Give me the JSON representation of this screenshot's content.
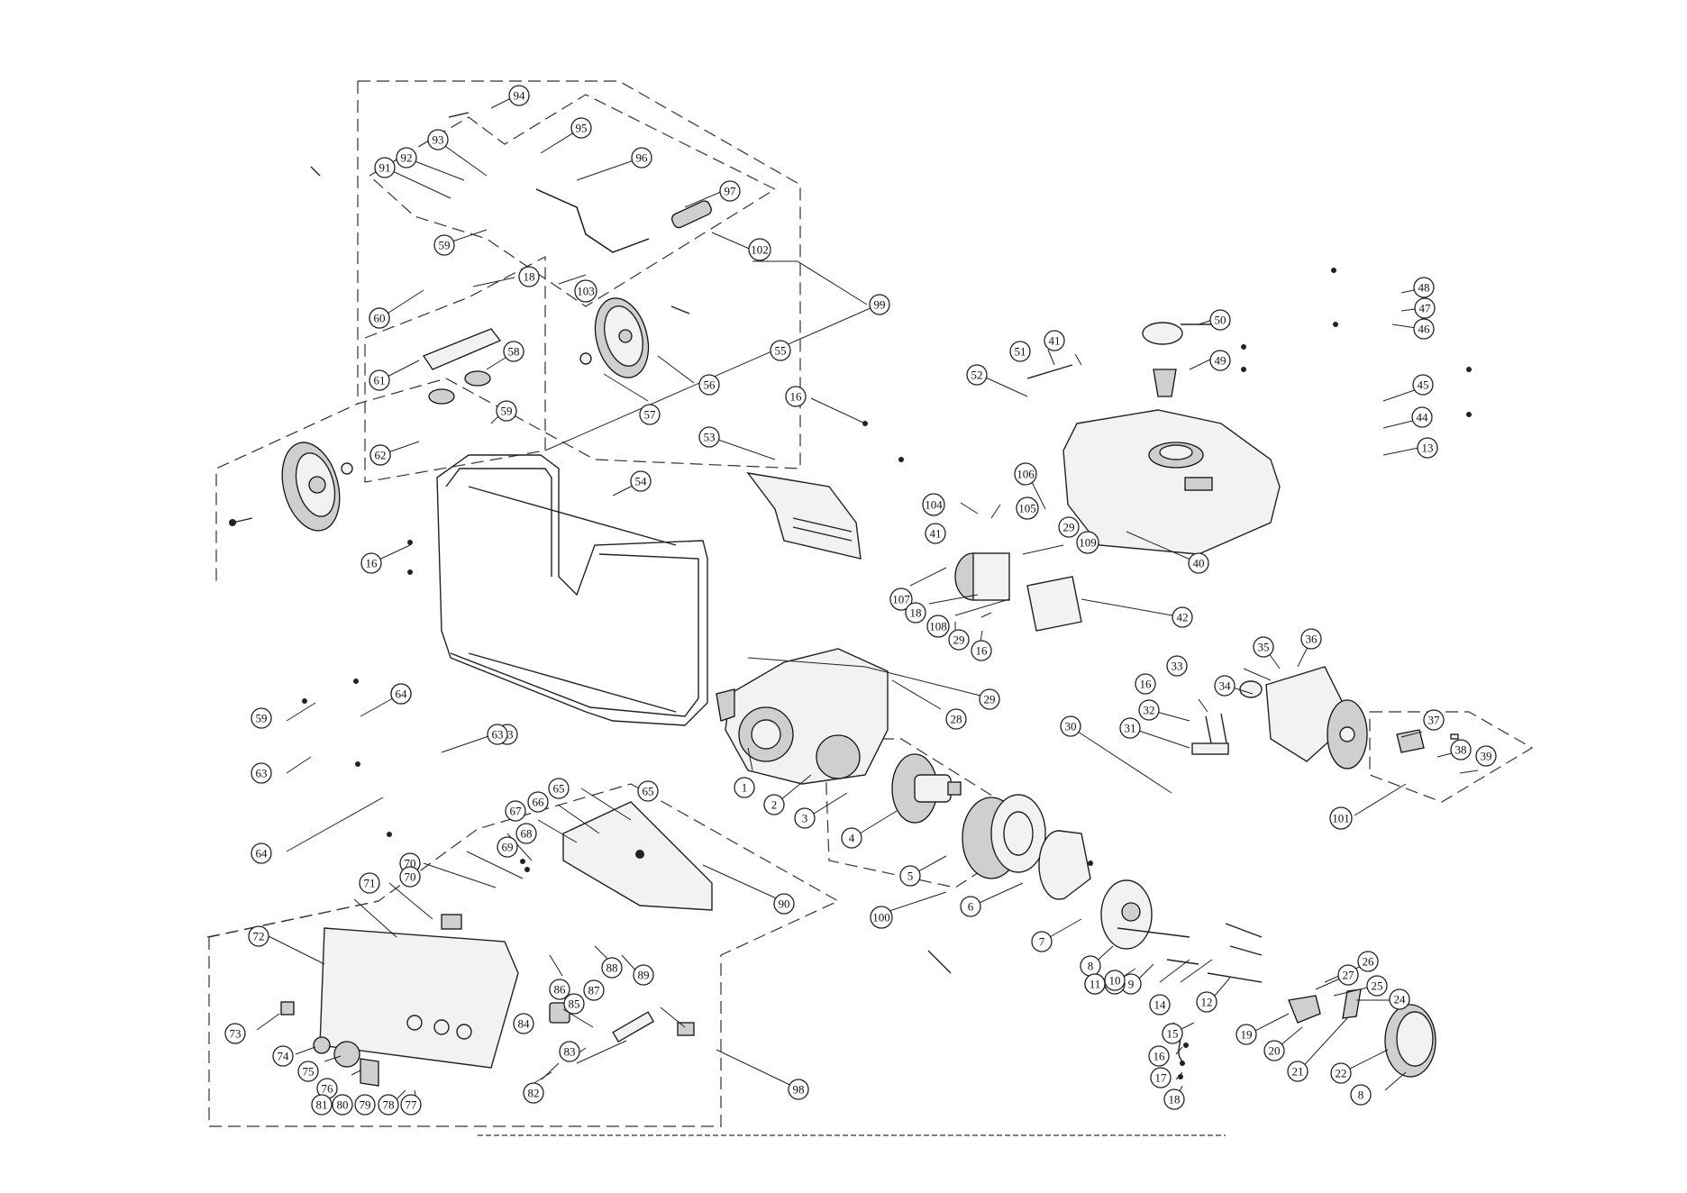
{
  "diagram": {
    "callouts": [
      "1",
      "2",
      "3",
      "4",
      "5",
      "6",
      "7",
      "8",
      "9",
      "10",
      "11",
      "12",
      "13",
      "14",
      "15",
      "16",
      "17",
      "18",
      "19",
      "20",
      "21",
      "22",
      "24",
      "25",
      "26",
      "27",
      "28",
      "29",
      "30",
      "31",
      "32",
      "33",
      "34",
      "35",
      "36",
      "37",
      "38",
      "39",
      "40",
      "41",
      "42",
      "44",
      "45",
      "46",
      "47",
      "48",
      "49",
      "50",
      "51",
      "52",
      "53",
      "54",
      "55",
      "56",
      "57",
      "58",
      "59",
      "60",
      "61",
      "62",
      "63",
      "64",
      "65",
      "66",
      "67",
      "68",
      "69",
      "70",
      "71",
      "72",
      "73",
      "74",
      "75",
      "76",
      "77",
      "78",
      "79",
      "80",
      "81",
      "82",
      "83",
      "84",
      "85",
      "86",
      "87",
      "88",
      "89",
      "90",
      "91",
      "92",
      "93",
      "94",
      "95",
      "96",
      "97",
      "98",
      "99",
      "100",
      "101",
      "102",
      "103",
      "104",
      "105",
      "106",
      "107",
      "108",
      "109"
    ]
  }
}
